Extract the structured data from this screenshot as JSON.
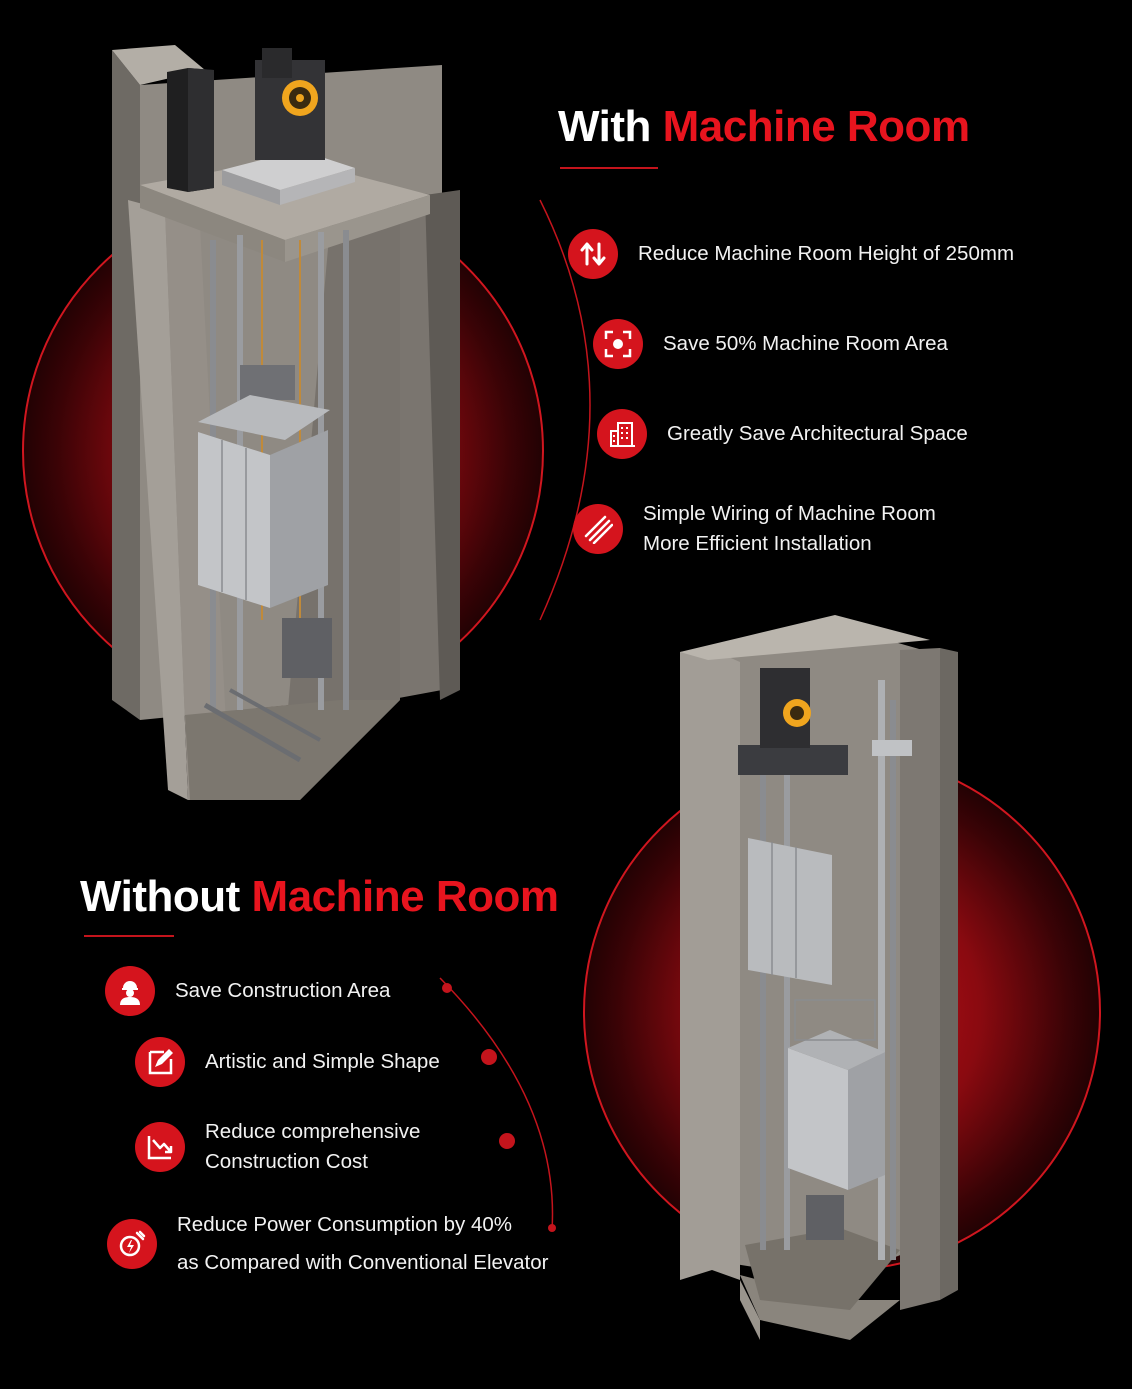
{
  "with_section": {
    "heading_white": "With",
    "heading_red": "Machine Room",
    "features": [
      {
        "icon": "up-down-arrows-icon",
        "text": "Reduce Machine Room Height of 250mm"
      },
      {
        "icon": "area-expand-icon",
        "text": "Save 50% Machine Room Area"
      },
      {
        "icon": "building-icon",
        "text": "Greatly Save Architectural Space"
      },
      {
        "icon": "wiring-icon",
        "line1": "Simple Wiring of Machine Room",
        "line2": "More Efficient Installation"
      }
    ]
  },
  "without_section": {
    "heading_white": "Without",
    "heading_red": "Machine Room",
    "features": [
      {
        "icon": "worker-icon",
        "text": "Save Construction Area"
      },
      {
        "icon": "pen-shape-icon",
        "text": "Artistic and Simple Shape"
      },
      {
        "icon": "cost-down-icon",
        "line1": "Reduce comprehensive",
        "line2": "Construction Cost"
      },
      {
        "icon": "power-saving-icon",
        "line1": "Reduce Power Consumption by 40%",
        "line2": "as Compared with Conventional Elevator"
      }
    ]
  },
  "colors": {
    "accent": "#e8141e",
    "background": "#000000",
    "concrete": "#a29d96"
  }
}
